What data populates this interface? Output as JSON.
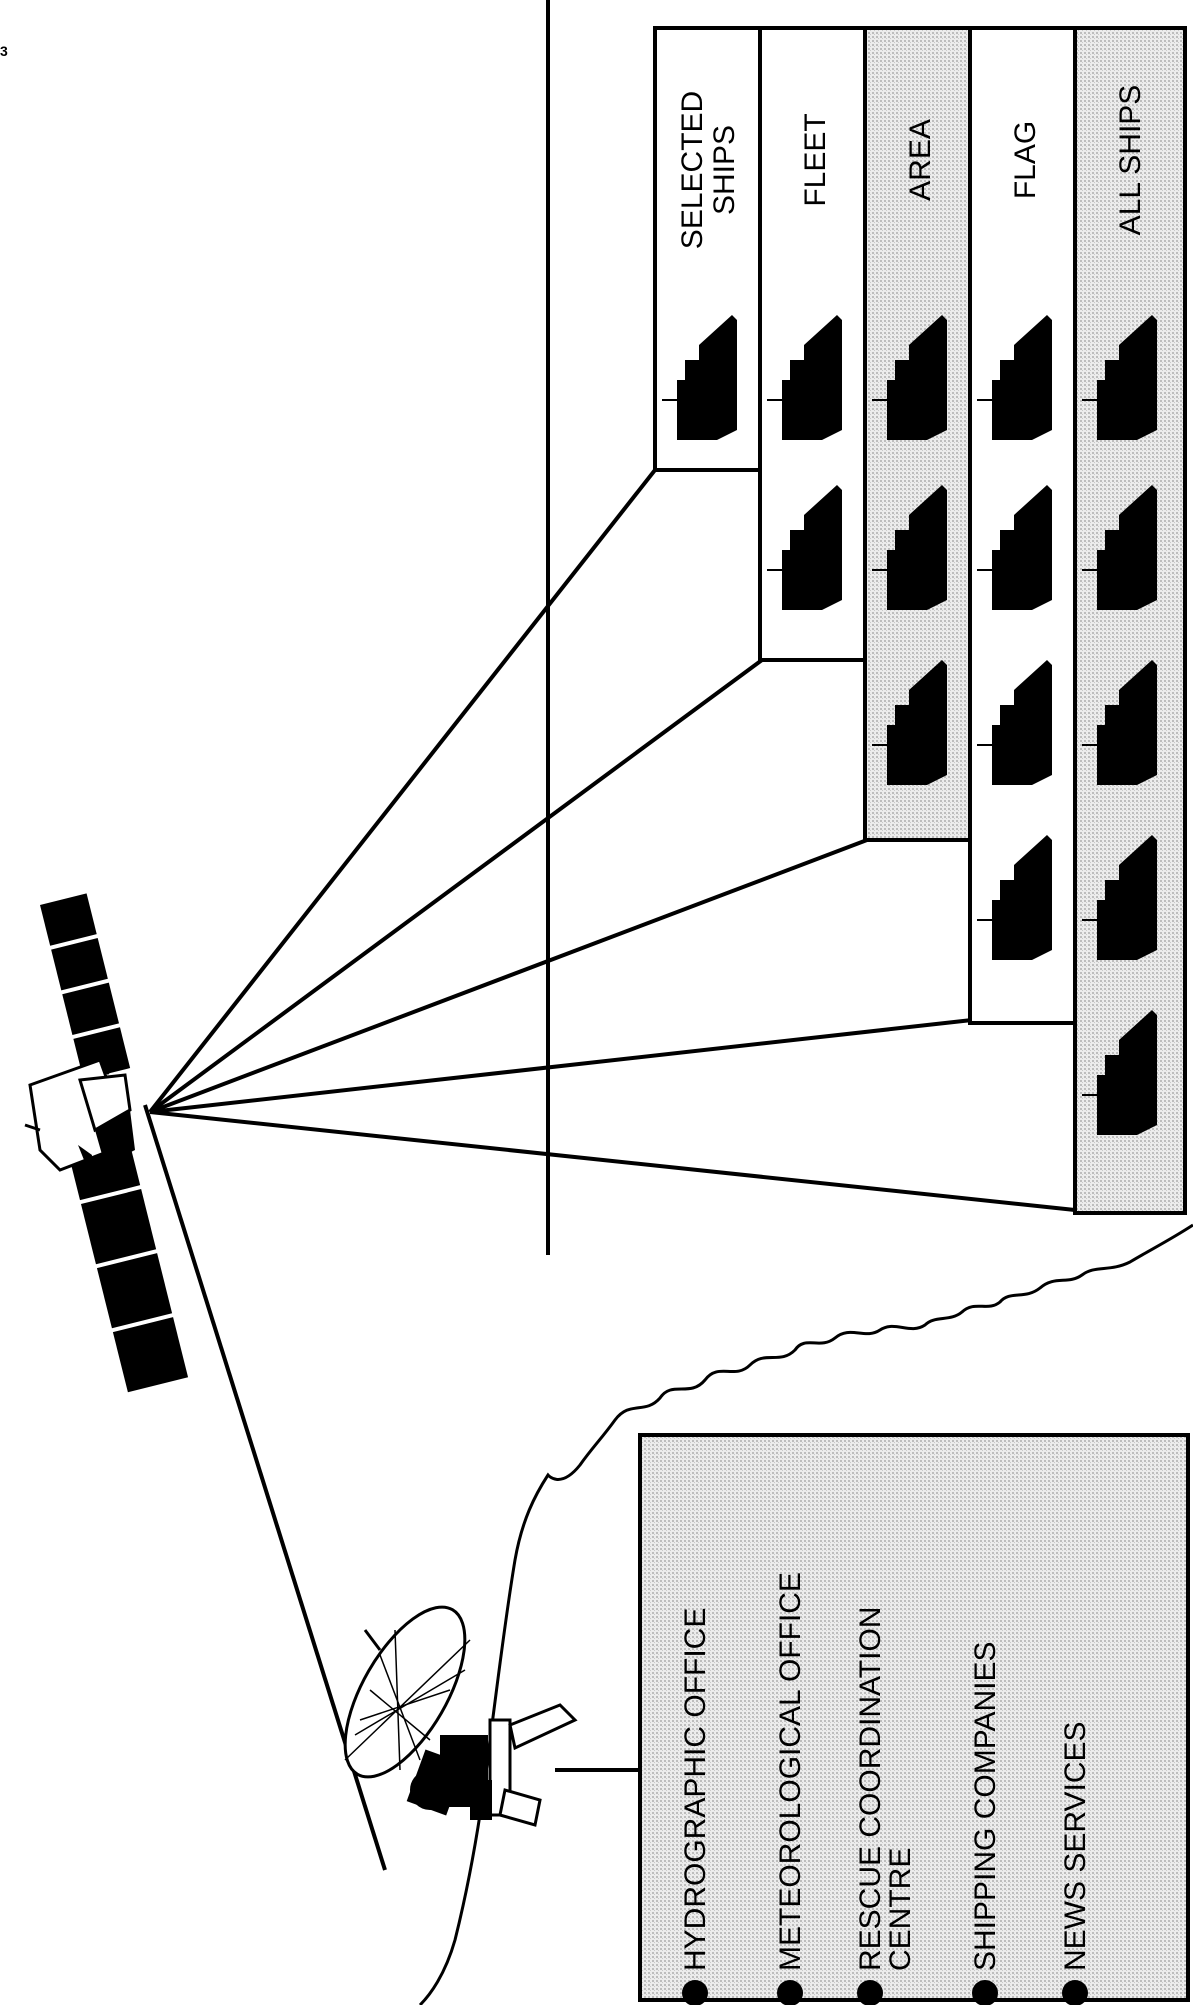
{
  "page_marker": "3",
  "broadcast_groups": [
    {
      "id": "selected",
      "label_lines": [
        "SELECTED",
        "SHIPS"
      ],
      "ship_count": 1,
      "shaded": false
    },
    {
      "id": "fleet",
      "label_lines": [
        "FLEET"
      ],
      "ship_count": 2,
      "shaded": false
    },
    {
      "id": "area",
      "label_lines": [
        "AREA"
      ],
      "ship_count": 3,
      "shaded": true
    },
    {
      "id": "flag",
      "label_lines": [
        "FLAG"
      ],
      "ship_count": 4,
      "shaded": false
    },
    {
      "id": "all",
      "label_lines": [
        "ALL SHIPS"
      ],
      "ship_count": 5,
      "shaded": true
    }
  ],
  "recipients": [
    {
      "lines": [
        "HYDROGRAPHIC OFFICE"
      ]
    },
    {
      "lines": [
        "METEOROLOGICAL OFFICE"
      ]
    },
    {
      "lines": [
        "RESCUE COORDINATION",
        "CENTRE"
      ]
    },
    {
      "lines": [
        "SHIPPING COMPANIES"
      ]
    },
    {
      "lines": [
        "NEWS SERVICES"
      ]
    }
  ],
  "colors": {
    "ink": "#000000",
    "shade": "#d4d4d4",
    "paper": "#ffffff"
  }
}
